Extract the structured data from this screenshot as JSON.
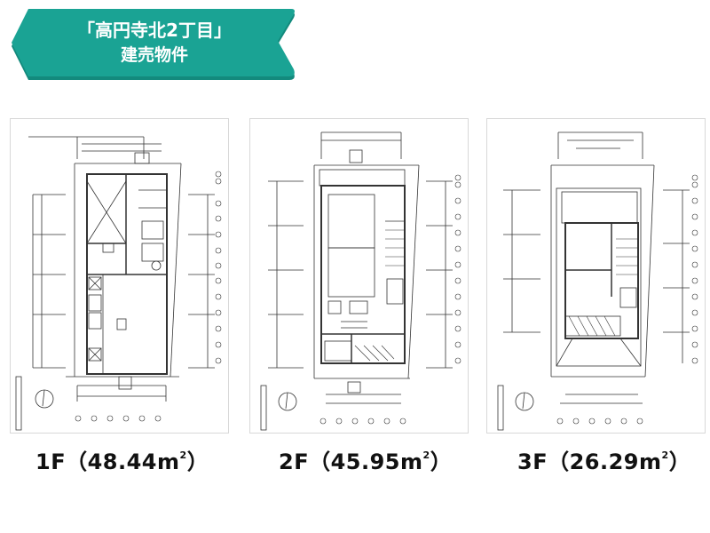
{
  "banner": {
    "title_line1": "「高円寺北2丁目」",
    "title_line2": "建売物件",
    "color": "#1aa394",
    "shadow_color": "#138a7d"
  },
  "floor_plans": [
    {
      "floor": "1F",
      "area_open": "（",
      "area": "48.44",
      "unit": "m",
      "unit_sup": "2",
      "area_close": "）",
      "image": "floor-plan-1f-drawing"
    },
    {
      "floor": "2F",
      "area_open": "（",
      "area": "45.95",
      "unit": "m",
      "unit_sup": "2",
      "area_close": "）",
      "image": "floor-plan-2f-drawing"
    },
    {
      "floor": "3F",
      "area_open": "（",
      "area": "26.29",
      "unit": "m",
      "unit_sup": "2",
      "area_close": "）",
      "image": "floor-plan-3f-drawing"
    }
  ]
}
